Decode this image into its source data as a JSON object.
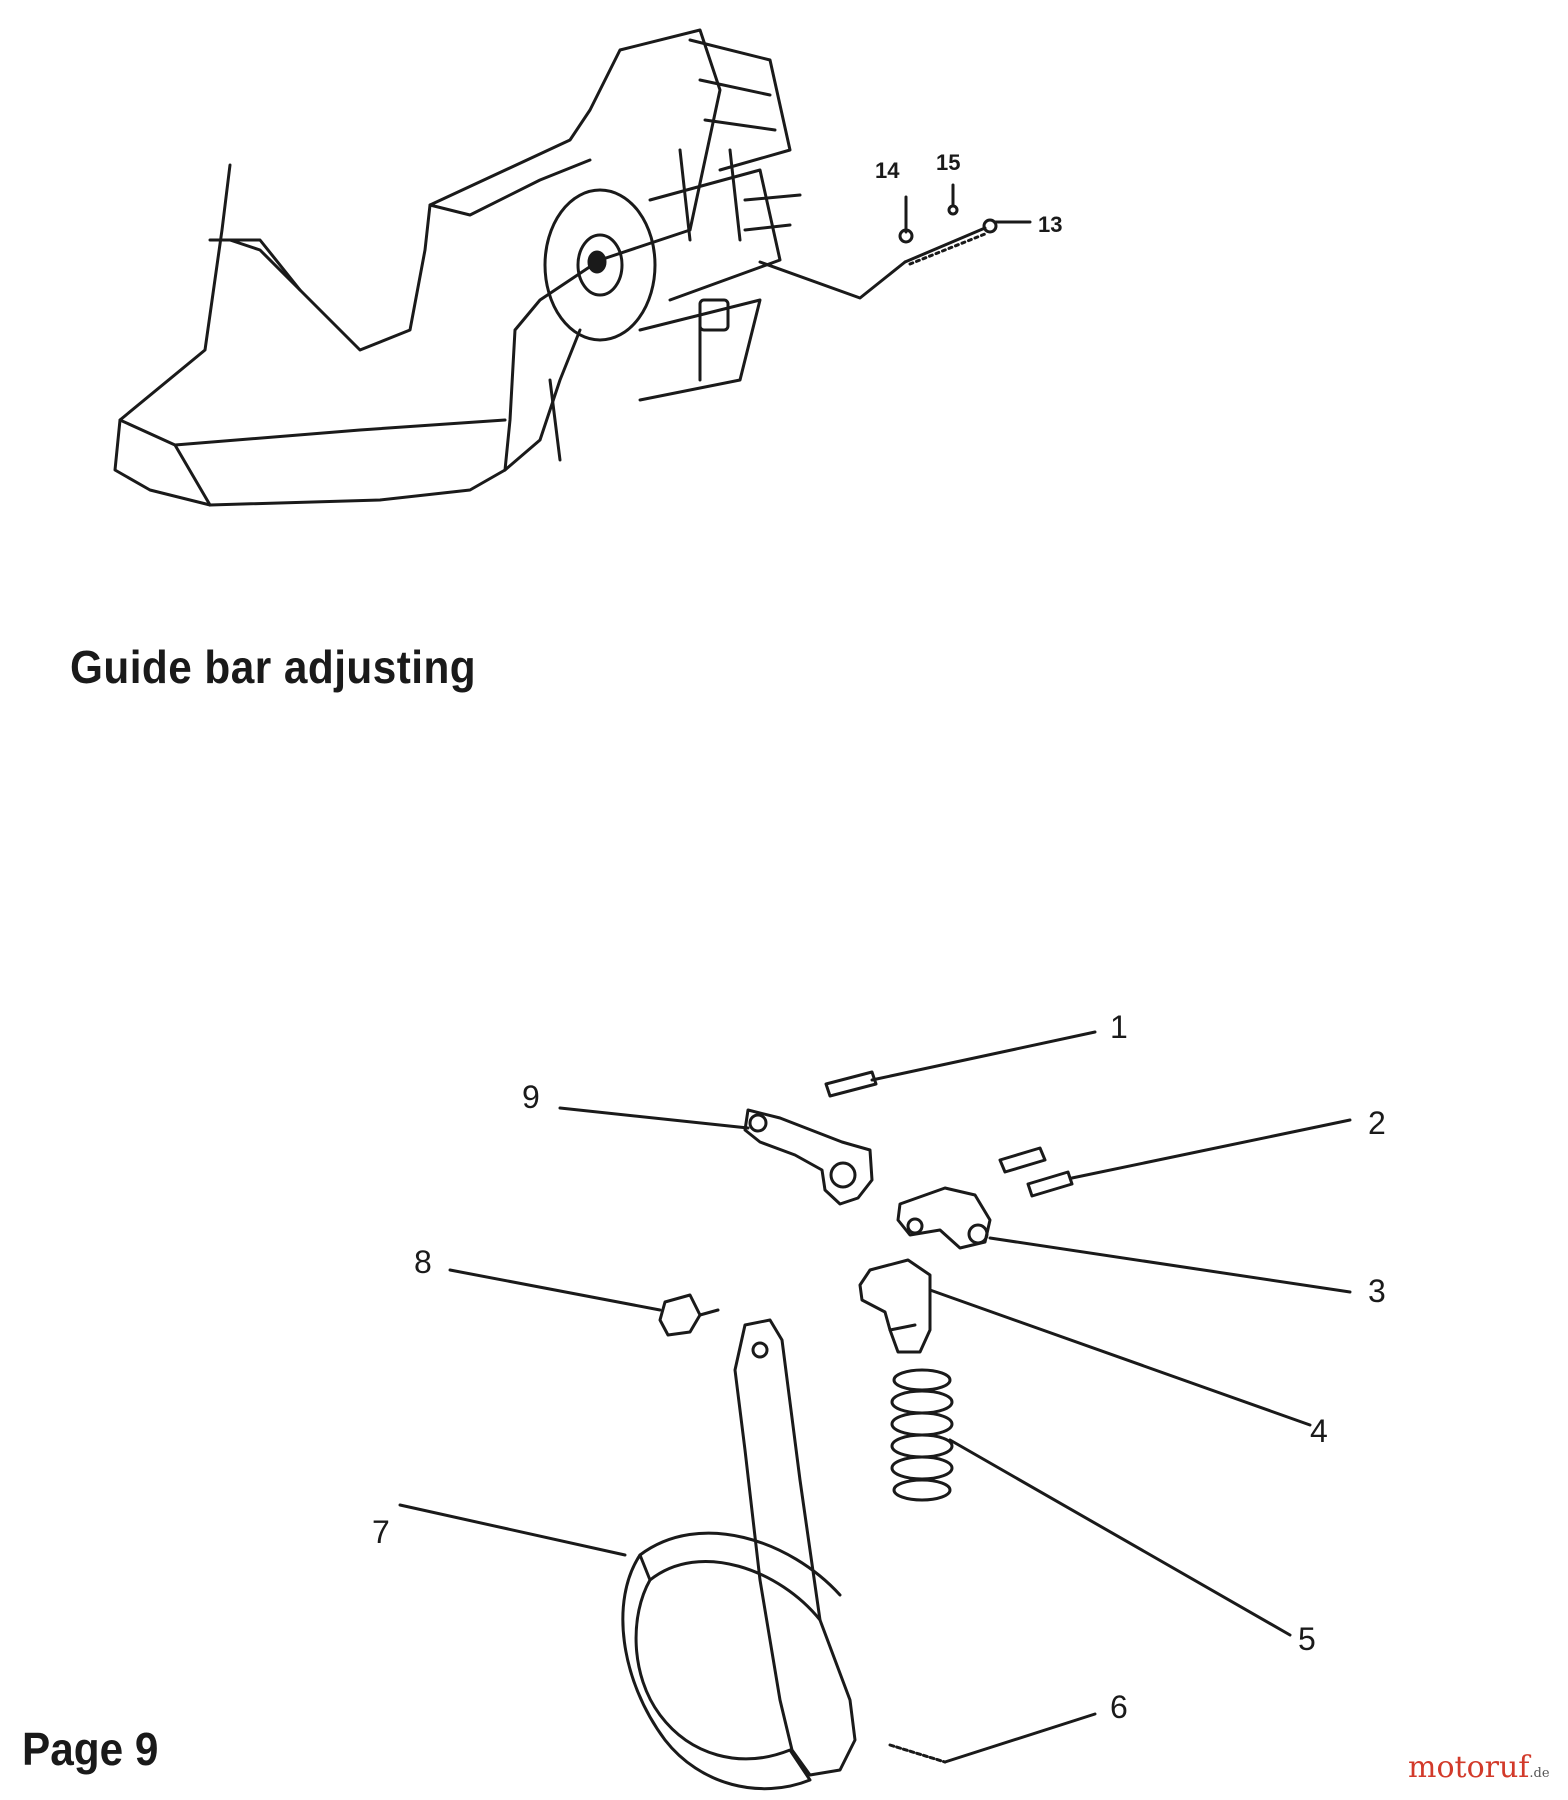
{
  "document": {
    "section_title": "Guide bar adjusting",
    "page_label": "Page 9"
  },
  "callouts_top": [
    "14",
    "15",
    "13"
  ],
  "callouts_bottom": [
    "1",
    "2",
    "3",
    "4",
    "5",
    "6",
    "7",
    "8",
    "9"
  ],
  "watermark": {
    "brand": "motoruf",
    "tld": ".de"
  },
  "colors": {
    "ink": "#1a1a1a",
    "paper": "#ffffff"
  }
}
